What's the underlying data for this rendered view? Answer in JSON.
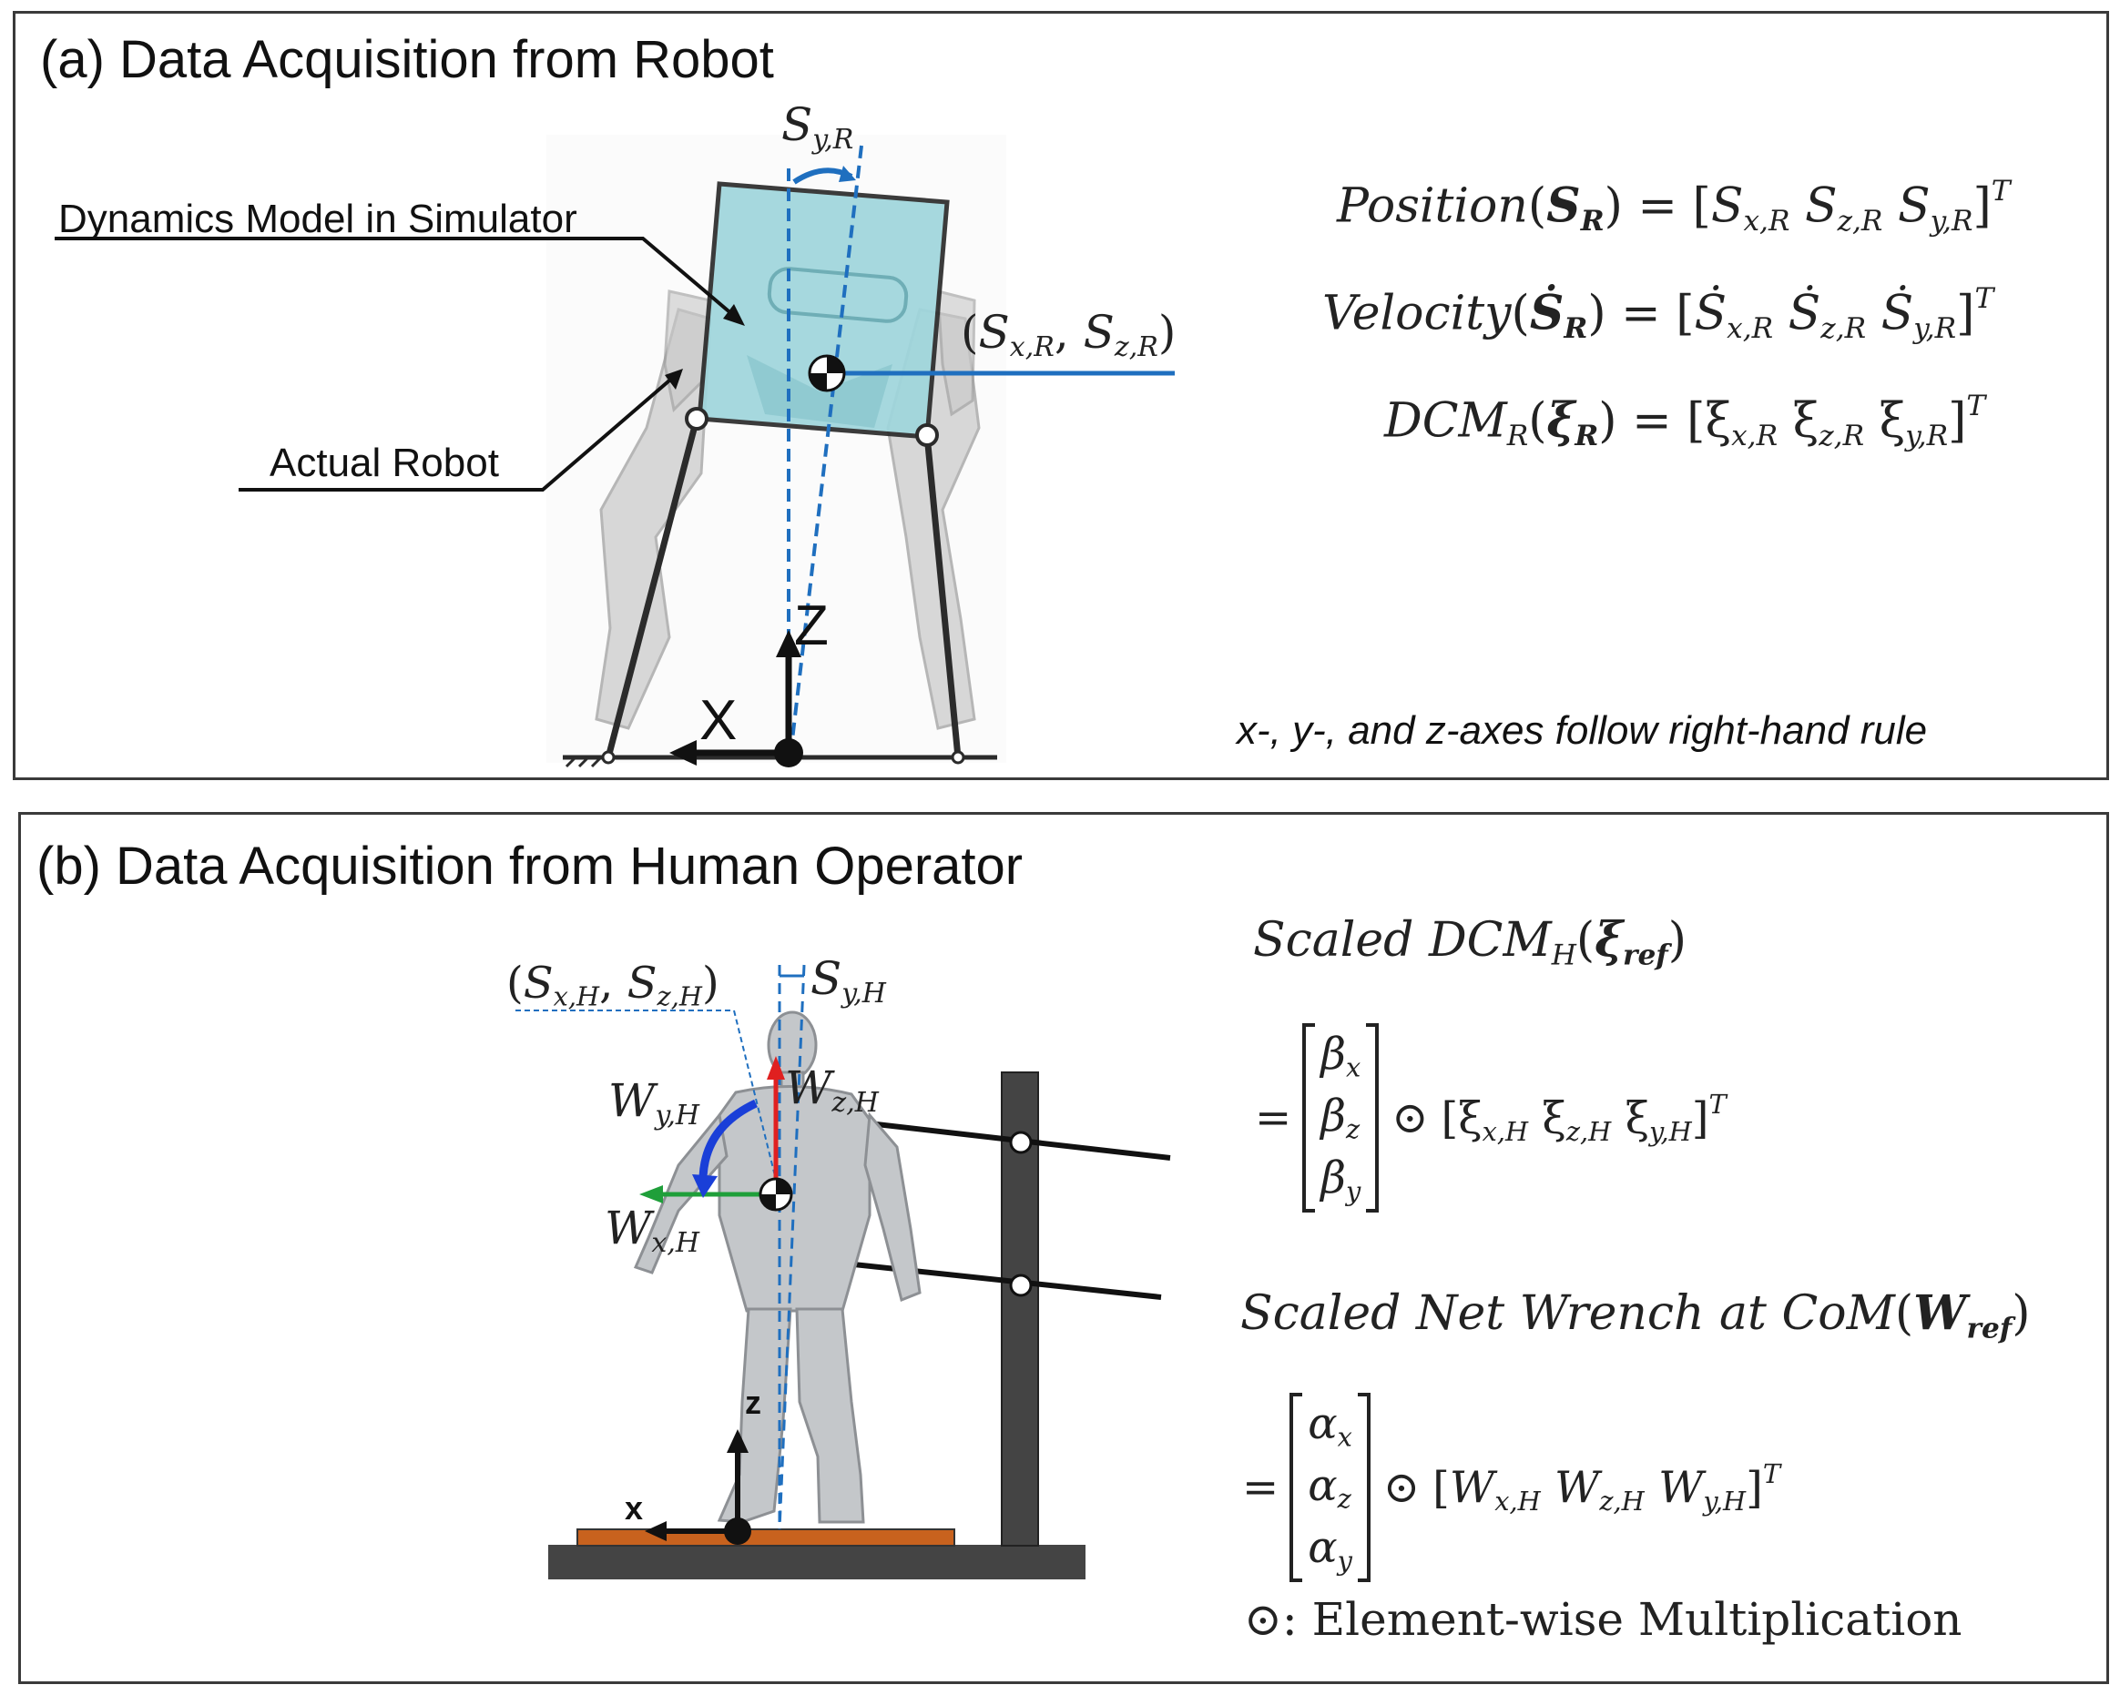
{
  "panel_a": {
    "title": "(a) Data Acquisition from Robot",
    "label_model": "Dynamics Model in Simulator",
    "label_robot": "Actual Robot",
    "axis_z": "Z",
    "axis_x": "X",
    "note": "x-, y-, and z-axes follow right-hand rule",
    "eq_position": "Position(S_R) = [S_x,R S_z,R S_y,R]^T",
    "eq_velocity": "Velocity(Ṡ_R) = [Ṡ_x,R Ṡ_z,R Ṡ_y,R]^T",
    "eq_dcm": "DCM_R(ξ_R) = [ξ_x,R ξ_z,R ξ_y,R]^T"
  },
  "panel_b": {
    "title": "(b) Data Acquisition from Human Operator",
    "axis_z": "z",
    "axis_x": "x",
    "dcm_heading": "Scaled DCM_H(ξ_ref)",
    "wrench_heading": "Scaled Net Wrench at CoM(W_ref)",
    "footnote": "⊙: Element-wise Multiplication"
  },
  "colors": {
    "panel_border": "#3a3a3a",
    "robot_body": "#9fd6dc",
    "axis_blue": "#1f6fbf",
    "wrench_red": "#e02020",
    "wrench_green": "#1f9f3a",
    "wrench_blue": "#1a3fd8",
    "platform": "#444444",
    "mat": "#c8621e"
  }
}
